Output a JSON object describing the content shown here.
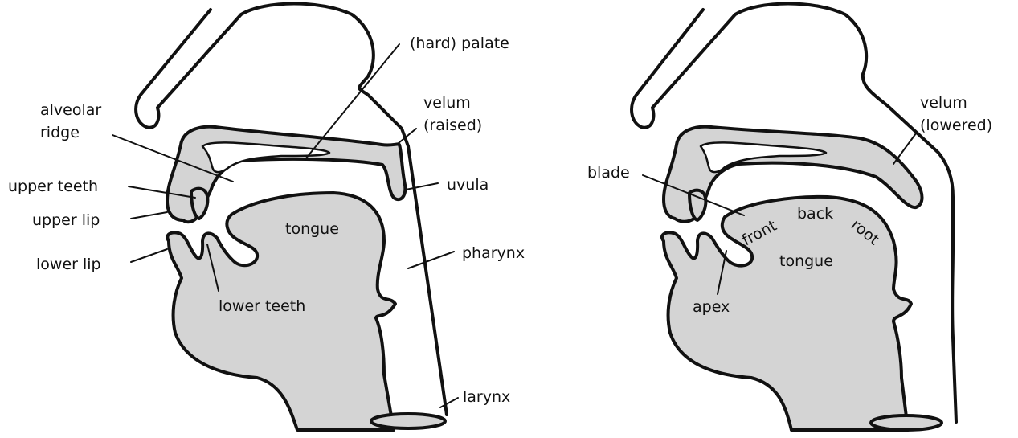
{
  "colors": {
    "tissue": "#d4d4d4",
    "outline": "#111111",
    "background": "#ffffff"
  },
  "left_diagram": {
    "labels": {
      "hard_palate": "(hard) palate",
      "alveolar_ridge_line1": "alveolar",
      "alveolar_ridge_line2": "ridge",
      "velum_line1": "velum",
      "velum_line2": "(raised)",
      "upper_teeth": "upper teeth",
      "uvula": "uvula",
      "upper_lip": "upper lip",
      "tongue": "tongue",
      "pharynx": "pharynx",
      "lower_lip": "lower lip",
      "lower_teeth": "lower teeth",
      "larynx": "larynx"
    }
  },
  "right_diagram": {
    "labels": {
      "velum_line1": "velum",
      "velum_line2": "(lowered)",
      "blade": "blade",
      "front": "front",
      "back": "back",
      "root": "root",
      "tongue": "tongue",
      "apex": "apex"
    }
  }
}
